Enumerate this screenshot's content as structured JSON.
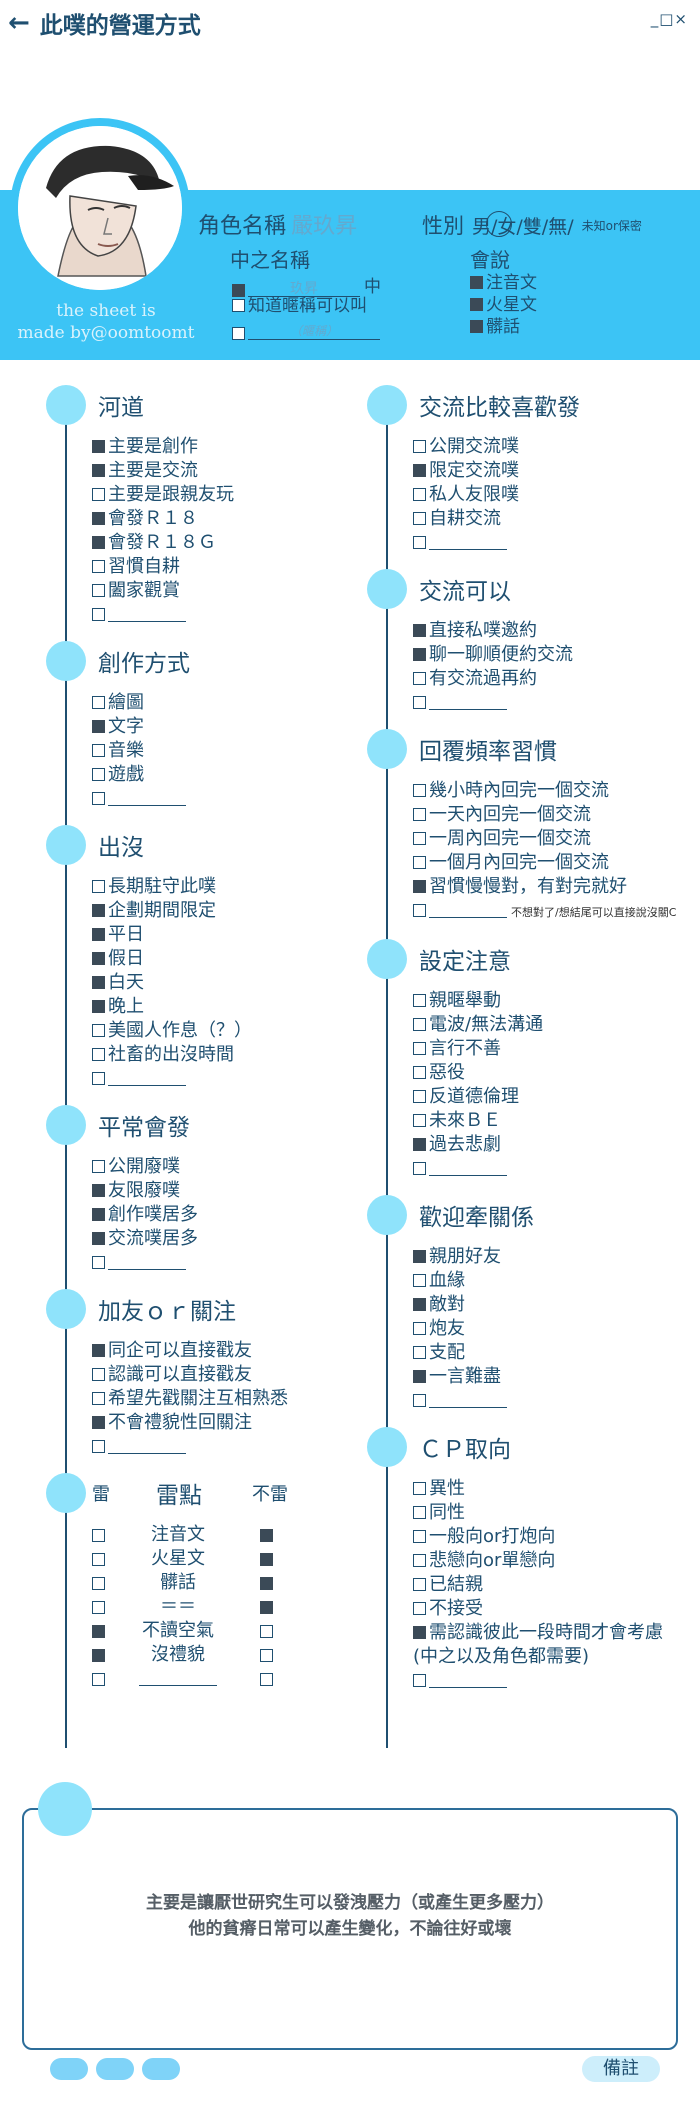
{
  "window": {
    "title": "此噗的營運方式",
    "controls": "_□×"
  },
  "header": {
    "role_name_label": "角色名稱",
    "role_name_value": "嚴玖昇",
    "gender_label": "性別",
    "gender_options": "男/女/雙/無/",
    "gender_note": "未知or保密",
    "zhong_label": "中之名稱",
    "zhong_value": "玖昇",
    "zhong_suffix": "中",
    "know_nickname": "知道暱稱可以叫",
    "nickname_hint": "（暱稱）",
    "speak_label": "會說",
    "speak_options": [
      "注音文",
      "火星文",
      "髒話"
    ],
    "credit_line1": "the sheet is",
    "credit_line2": "made by@oomtoomt"
  },
  "sections_left": [
    {
      "title": "河道",
      "items": [
        {
          "label": "主要是創作",
          "checked": true
        },
        {
          "label": "主要是交流",
          "checked": true
        },
        {
          "label": "主要是跟親友玩",
          "checked": false
        },
        {
          "label": "會發Ｒ１８",
          "checked": true
        },
        {
          "label": "會發Ｒ１８Ｇ",
          "checked": true
        },
        {
          "label": "習慣自耕",
          "checked": false
        },
        {
          "label": "闔家觀賞",
          "checked": false
        },
        {
          "label": "",
          "checked": false,
          "blank": true
        }
      ]
    },
    {
      "title": "創作方式",
      "items": [
        {
          "label": "繪圖",
          "checked": false
        },
        {
          "label": "文字",
          "checked": true
        },
        {
          "label": "音樂",
          "checked": false
        },
        {
          "label": "遊戲",
          "checked": false
        },
        {
          "label": "",
          "checked": false,
          "blank": true
        }
      ]
    },
    {
      "title": "出沒",
      "items": [
        {
          "label": "長期駐守此噗",
          "checked": false
        },
        {
          "label": "企劃期間限定",
          "checked": true
        },
        {
          "label": "平日",
          "checked": true
        },
        {
          "label": "假日",
          "checked": true
        },
        {
          "label": "白天",
          "checked": true
        },
        {
          "label": "晚上",
          "checked": true
        },
        {
          "label": "美國人作息（？）",
          "checked": false
        },
        {
          "label": "社畜的出沒時間",
          "checked": false
        },
        {
          "label": "",
          "checked": false,
          "blank": true
        }
      ]
    },
    {
      "title": "平常會發",
      "items": [
        {
          "label": "公開廢噗",
          "checked": false
        },
        {
          "label": "友限廢噗",
          "checked": true
        },
        {
          "label": "創作噗居多",
          "checked": true
        },
        {
          "label": "交流噗居多",
          "checked": true
        },
        {
          "label": "",
          "checked": false,
          "blank": true
        }
      ]
    },
    {
      "title": "加友ｏｒ關注",
      "items": [
        {
          "label": "同企可以直接戳友",
          "checked": true
        },
        {
          "label": "認識可以直接戳友",
          "checked": false
        },
        {
          "label": "希望先戳關注互相熟悉",
          "checked": false
        },
        {
          "label": "不會禮貌性回關注",
          "checked": true
        },
        {
          "label": "",
          "checked": false,
          "blank": true
        }
      ]
    }
  ],
  "mines": {
    "col_left": "雷",
    "title": "雷點",
    "col_right": "不雷",
    "rows": [
      {
        "label": "注音文",
        "mine": false,
        "ok": true
      },
      {
        "label": "火星文",
        "mine": false,
        "ok": true
      },
      {
        "label": "髒話",
        "mine": false,
        "ok": true
      },
      {
        "label": "＝＝",
        "mine": false,
        "ok": true
      },
      {
        "label": "不讀空氣",
        "mine": true,
        "ok": false
      },
      {
        "label": "沒禮貌",
        "mine": true,
        "ok": false
      },
      {
        "label": "",
        "mine": false,
        "ok": false,
        "blank": true
      }
    ]
  },
  "sections_right": [
    {
      "title": "交流比較喜歡發",
      "items": [
        {
          "label": "公開交流噗",
          "checked": false
        },
        {
          "label": "限定交流噗",
          "checked": true
        },
        {
          "label": "私人友限噗",
          "checked": false
        },
        {
          "label": "自耕交流",
          "checked": false
        },
        {
          "label": "",
          "checked": false,
          "blank": true
        }
      ]
    },
    {
      "title": "交流可以",
      "items": [
        {
          "label": "直接私噗邀約",
          "checked": true
        },
        {
          "label": "聊一聊順便約交流",
          "checked": true
        },
        {
          "label": "有交流過再約",
          "checked": false
        },
        {
          "label": "",
          "checked": false,
          "blank": true
        }
      ]
    },
    {
      "title": "回覆頻率習慣",
      "items": [
        {
          "label": "幾小時內回完一個交流",
          "checked": false
        },
        {
          "label": "一天內回完一個交流",
          "checked": false
        },
        {
          "label": "一周內回完一個交流",
          "checked": false
        },
        {
          "label": "一個月內回完一個交流",
          "checked": false
        },
        {
          "label": "習慣慢慢對，有對完就好",
          "checked": true
        },
        {
          "label": "",
          "checked": false,
          "blank": true,
          "note": "不想對了/想結尾可以直接說沒關C"
        }
      ]
    },
    {
      "title": "設定注意",
      "items": [
        {
          "label": "親暱舉動",
          "checked": false
        },
        {
          "label": "電波/無法溝通",
          "checked": false
        },
        {
          "label": "言行不善",
          "checked": false
        },
        {
          "label": "惡役",
          "checked": false
        },
        {
          "label": "反道德倫理",
          "checked": false
        },
        {
          "label": "未來ＢＥ",
          "checked": false
        },
        {
          "label": "過去悲劇",
          "checked": true
        },
        {
          "label": "",
          "checked": false,
          "blank": true
        }
      ]
    },
    {
      "title": "歡迎牽關係",
      "items": [
        {
          "label": "親朋好友",
          "checked": true
        },
        {
          "label": "血緣",
          "checked": false
        },
        {
          "label": "敵對",
          "checked": true
        },
        {
          "label": "炮友",
          "checked": false
        },
        {
          "label": "支配",
          "checked": false
        },
        {
          "label": "一言難盡",
          "checked": true
        },
        {
          "label": "",
          "checked": false,
          "blank": true
        }
      ]
    },
    {
      "title": "ＣＰ取向",
      "items": [
        {
          "label": "異性",
          "checked": false
        },
        {
          "label": "同性",
          "checked": false
        },
        {
          "label": "一般向or打炮向",
          "checked": false
        },
        {
          "label": "悲戀向or單戀向",
          "checked": false
        },
        {
          "label": "已結親",
          "checked": false
        },
        {
          "label": "不接受",
          "checked": false
        },
        {
          "label": "需認識彼此一段時間才會考慮",
          "checked": true
        },
        {
          "label": "(中之以及角色都需要)",
          "checked": false,
          "nobox": true
        },
        {
          "label": "",
          "checked": false,
          "blank": true
        }
      ]
    }
  ],
  "notes": {
    "line1": "主要是讓厭世研究生可以發洩壓力（或產生更多壓力）",
    "line2": "他的貧瘠日常可以產生變化，不論往好或壞"
  },
  "footer": {
    "memo_label": "備註"
  },
  "colors": {
    "accent": "#3cc4f5",
    "dot": "#8fe3fb",
    "text": "#1f4f70"
  }
}
